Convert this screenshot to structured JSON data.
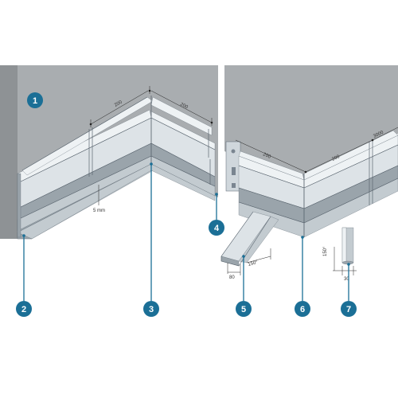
{
  "colors": {
    "wall": "#a9adb0",
    "wall_dark": "#8e9295",
    "profile": "#dde3e7",
    "profile_light": "#eef2f4",
    "profile_shade": "#c3cbd0",
    "profile_dark": "#9aa4ab",
    "edge": "#5b6670",
    "marker": "#1b6f96",
    "dim_line": "#222222"
  },
  "markers": [
    "1",
    "2",
    "3",
    "4",
    "5",
    "6",
    "7"
  ],
  "dimensions": {
    "left_top_a": "200",
    "left_top_b": "200",
    "gap": "5 mm",
    "right_top_a": "200",
    "right_top_b": "200",
    "right_top_c": "3000",
    "outlet_len": "150°",
    "outlet_w": "80",
    "pipe_h": "150°",
    "pipe_d": "30"
  },
  "icons": {
    "marker": "numbered-circle-callout",
    "dim_arrow": "dimension-arrow"
  }
}
